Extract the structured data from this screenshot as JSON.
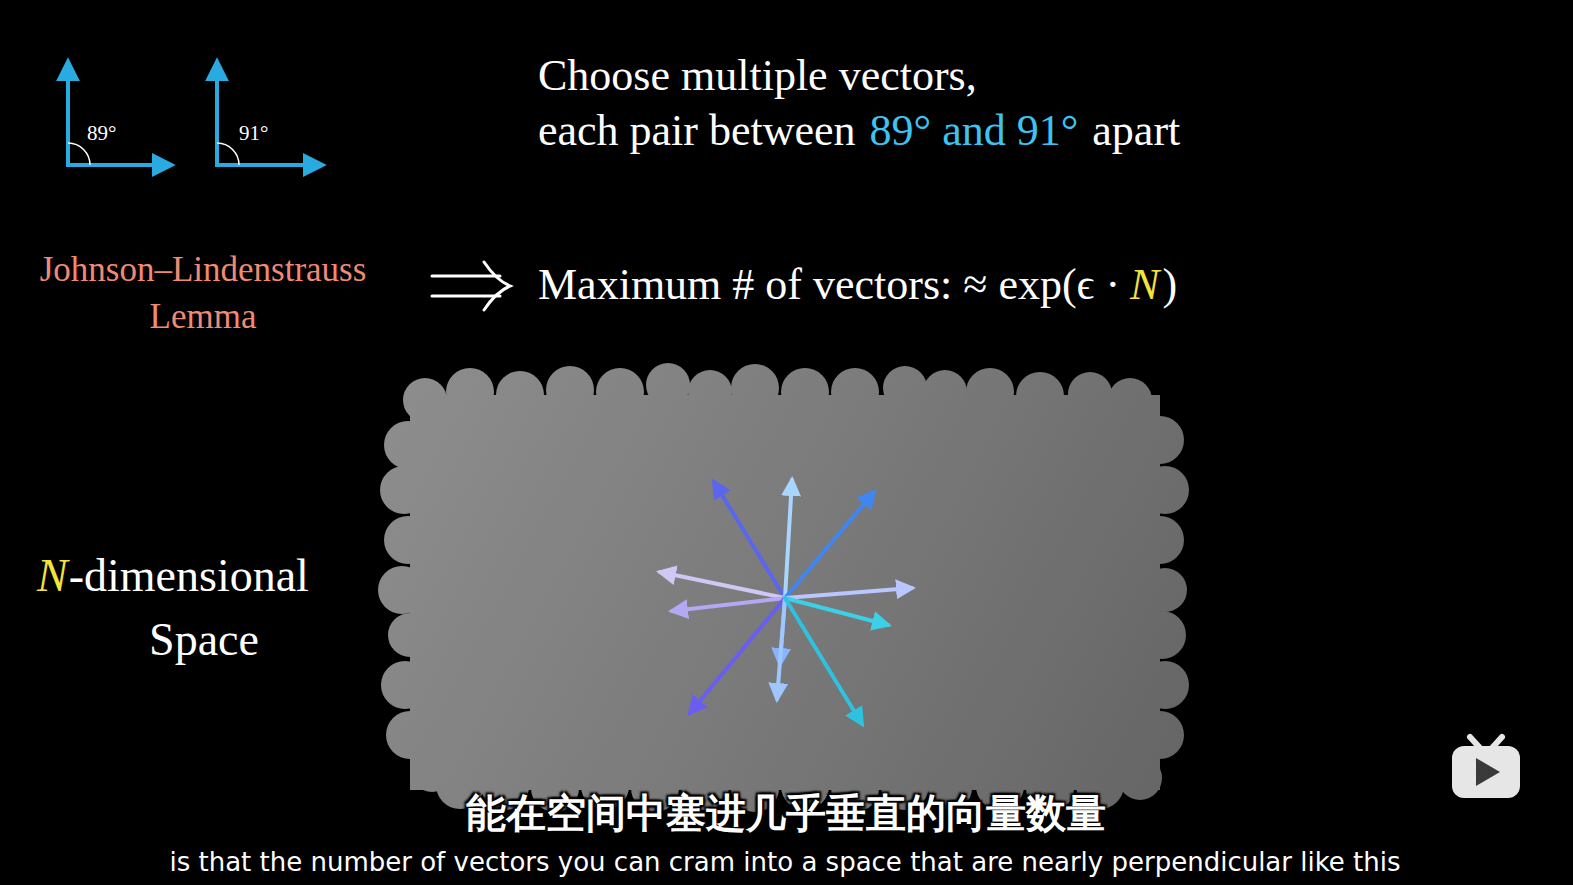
{
  "diagram": {
    "labels": [
      "89°",
      "91°",
      "Choose multiple vectors,",
      "each pair between",
      "89° and 91°",
      "apart",
      "Johnson–Lindenstrauss Lemma",
      "Maximum # of vectors: ≈ exp(ϵ ·",
      "N",
      ")",
      "N",
      "-dimensional",
      "Space",
      "能在空间中塞进几乎垂直的向量数量",
      "is that the number of vectors you can cram into a space that are nearly perpendicular like this"
    ]
  }
}
